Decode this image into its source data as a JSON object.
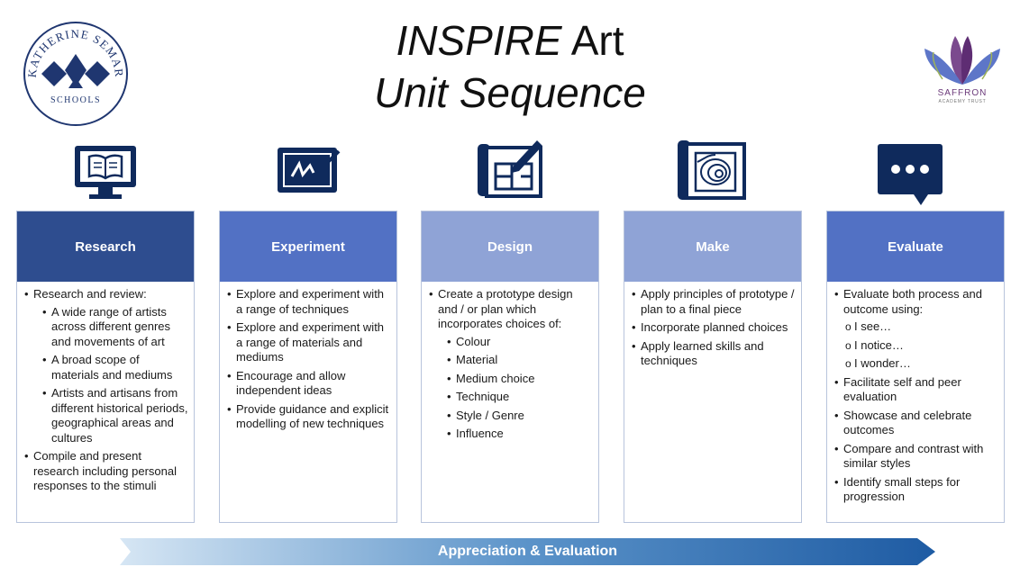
{
  "title": {
    "line1_emph": "INSPIRE",
    "line1_rest": " Art",
    "line2": "Unit Sequence"
  },
  "logos": {
    "left_text": "KATHERINE SEMAR",
    "left_sub": "SCHOOLS",
    "right_name": "SAFFRON",
    "right_sub": "ACADEMY TRUST"
  },
  "colors": {
    "research": "#2e4d8f",
    "experiment": "#5271c4",
    "design": "#8fa3d6",
    "make": "#8fa3d6",
    "evaluate": "#5271c4",
    "icon": "#0f2a5c"
  },
  "columns": [
    {
      "id": "research",
      "heading": "Research",
      "icon": "book-monitor-icon",
      "top": "Research and review:",
      "sub": [
        "A wide range of artists across different genres and movements of art",
        "A broad scope of materials and mediums",
        "Artists and artisans from different historical periods, geographical areas and cultures"
      ],
      "after": [
        "Compile and present research including personal responses to the stimuli"
      ]
    },
    {
      "id": "experiment",
      "heading": "Experiment",
      "icon": "drawing-board-icon",
      "items": [
        "Explore and experiment with a range of techniques",
        "Explore and experiment with a range of materials and mediums",
        "Encourage and allow independent ideas",
        "Provide guidance and explicit modelling of new techniques"
      ]
    },
    {
      "id": "design",
      "heading": "Design",
      "icon": "blueprint-pencil-icon",
      "top": "Create a prototype design and / or plan which incorporates choices of:",
      "sub": [
        "Colour",
        "Material",
        "Medium choice",
        "Technique",
        "Style / Genre",
        "Influence"
      ]
    },
    {
      "id": "make",
      "heading": "Make",
      "icon": "blueprint-scroll-icon",
      "items": [
        "Apply principles of prototype / plan to a final piece",
        "Incorporate planned choices",
        "Apply learned skills and techniques"
      ]
    },
    {
      "id": "evaluate",
      "heading": "Evaluate",
      "icon": "speech-bubble-icon",
      "top": "Evaluate both process and outcome using:",
      "circle": [
        "I see…",
        "I notice…",
        "I wonder…"
      ],
      "after": [
        "Facilitate self and peer evaluation",
        "Showcase and celebrate outcomes",
        "Compare and contrast with similar styles",
        "Identify small steps for progression"
      ]
    }
  ],
  "banner": "Appreciation & Evaluation"
}
